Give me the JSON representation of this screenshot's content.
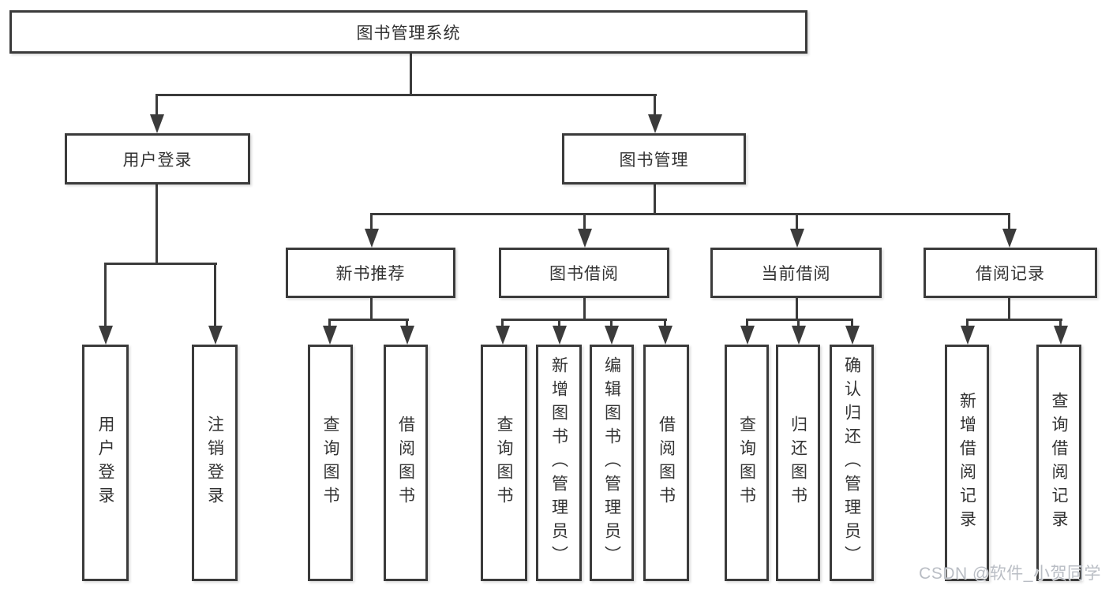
{
  "colors": {
    "line": "#3b3b3b",
    "text": "#333333",
    "background": "#ffffff",
    "watermark": "#b9bdc4"
  },
  "watermark": {
    "text": "CSDN @软件_小贺同学"
  },
  "tree": {
    "root": {
      "label": "图书管理系统"
    },
    "children": [
      {
        "label": "用户登录",
        "children": [
          {
            "label": "用户登录"
          },
          {
            "label": "注销登录"
          }
        ]
      },
      {
        "label": "图书管理",
        "children": [
          {
            "label": "新书推荐",
            "children": [
              {
                "label": "查询图书"
              },
              {
                "label": "借阅图书"
              }
            ]
          },
          {
            "label": "图书借阅",
            "children": [
              {
                "label": "查询图书"
              },
              {
                "label": "新增图书（管理员）"
              },
              {
                "label": "编辑图书（管理员）"
              },
              {
                "label": "借阅图书"
              }
            ]
          },
          {
            "label": "当前借阅",
            "children": [
              {
                "label": "查询图书"
              },
              {
                "label": "归还图书"
              },
              {
                "label": "确认归还（管理员）"
              }
            ]
          },
          {
            "label": "借阅记录",
            "children": [
              {
                "label": "新增借阅记录"
              },
              {
                "label": "查询借阅记录"
              }
            ]
          }
        ]
      }
    ]
  }
}
